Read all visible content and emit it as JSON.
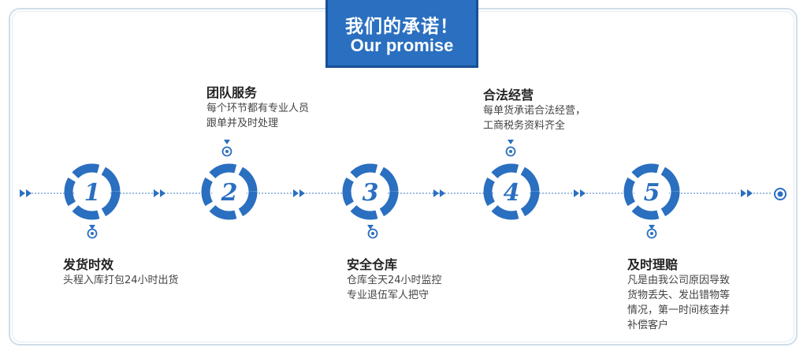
{
  "header": {
    "title_cn": "我们的承诺！",
    "title_en": "Our promise"
  },
  "colors": {
    "accent": "#2a6fc0",
    "accent_dark": "#184f96",
    "line": "#7da7d6",
    "text": "#222222"
  },
  "steps": [
    {
      "number": "1",
      "title": "发货时效",
      "desc": "头程入库打包24小时出货"
    },
    {
      "number": "2",
      "title": "团队服务",
      "desc": "每个环节都有专业人员\n跟单并及时处理"
    },
    {
      "number": "3",
      "title": "安全仓库",
      "desc": "仓库全天24小时监控\n专业退伍军人把守"
    },
    {
      "number": "4",
      "title": "合法经营",
      "desc": "每单货承诺合法经营，\n工商税务资料齐全"
    },
    {
      "number": "5",
      "title": "及时理赔",
      "desc": "凡是由我公司原因导致\n货物丢失、发出错物等\n情况，第一时间核查并\n补偿客户"
    }
  ]
}
